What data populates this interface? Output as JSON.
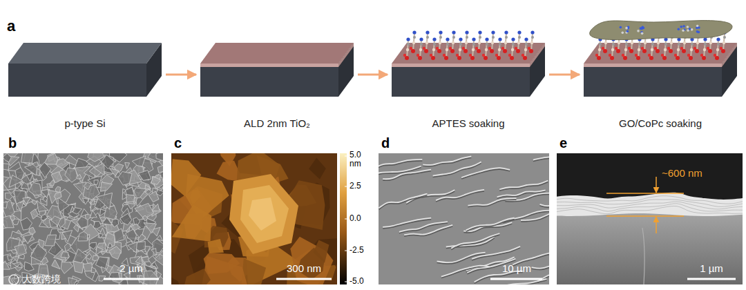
{
  "diagram": {
    "nodes": [
      {
        "text": [
          "p-type Si"
        ]
      },
      {
        "text": [
          "ALD 2nm TiO₂"
        ]
      },
      {
        "text": [
          "APTES soaking"
        ]
      },
      {
        "text": [
          "GO/CoPc soaking"
        ]
      }
    ],
    "edges": [
      {
        "from": 0,
        "to": 1,
        "arrow": "to"
      },
      {
        "from": 1,
        "to": 2,
        "arrow": "to"
      },
      {
        "from": 2,
        "to": 3,
        "arrow": "to"
      }
    ],
    "labels": [
      "a",
      "b",
      "c",
      "d",
      "e",
      "2 µm",
      "300 nm",
      "10 µm",
      "1 µm",
      "5.0",
      "nm",
      "2.5",
      "0.0",
      "-2.5",
      "-5.0",
      "~600 nm",
      "大数跨境"
    ]
  }
}
